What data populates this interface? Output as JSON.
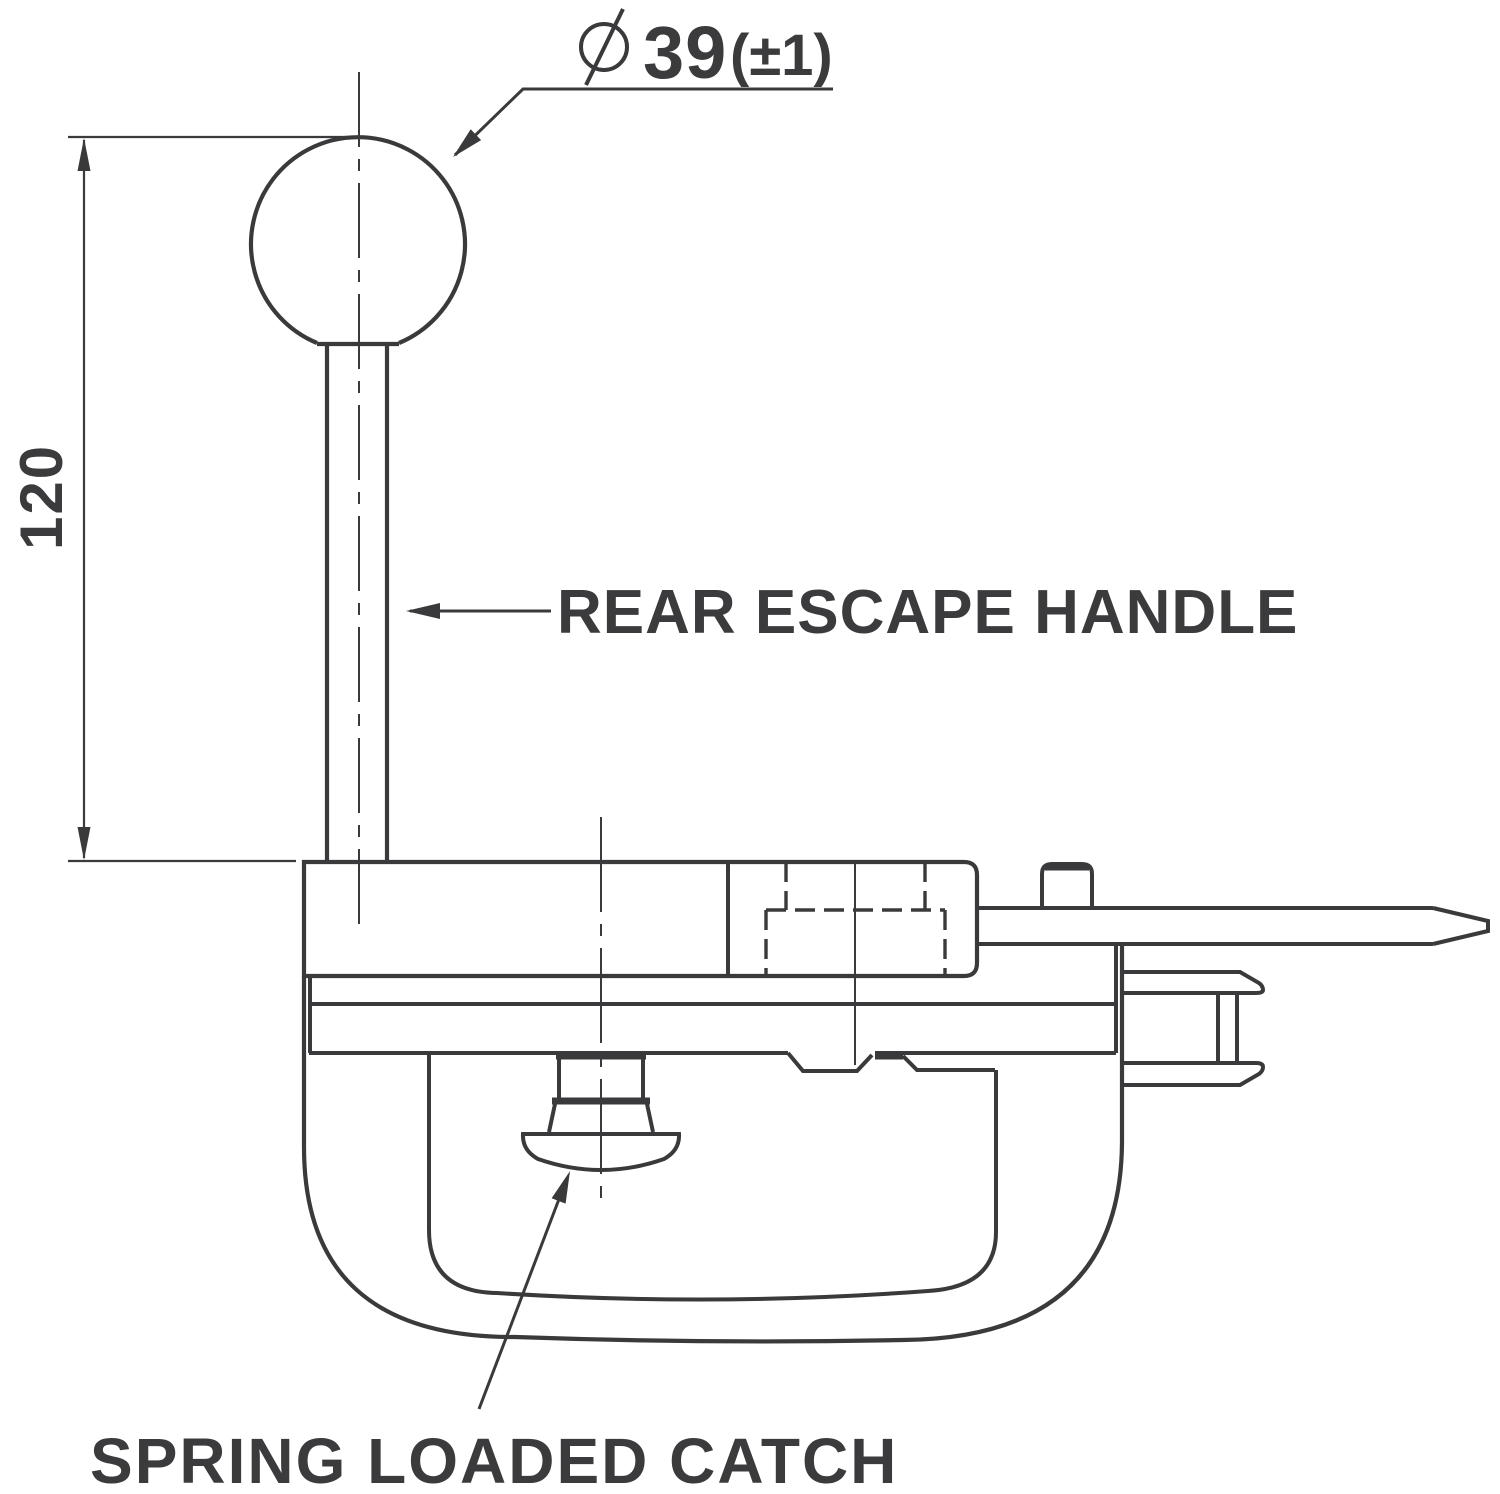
{
  "meta": {
    "type": "engineering-technical-drawing",
    "colors": {
      "ink": "#3a3a3c",
      "text": "#3b3b3d",
      "background": "#ffffff"
    }
  },
  "callouts": {
    "handle_label": "REAR ESCAPE HANDLE",
    "catch_label": "SPRING LOADED CATCH"
  },
  "dimensions": {
    "height": {
      "value": "120"
    },
    "diameter": {
      "symbol": "diameter-symbol",
      "value": "39",
      "tolerance": "(±1)"
    }
  }
}
